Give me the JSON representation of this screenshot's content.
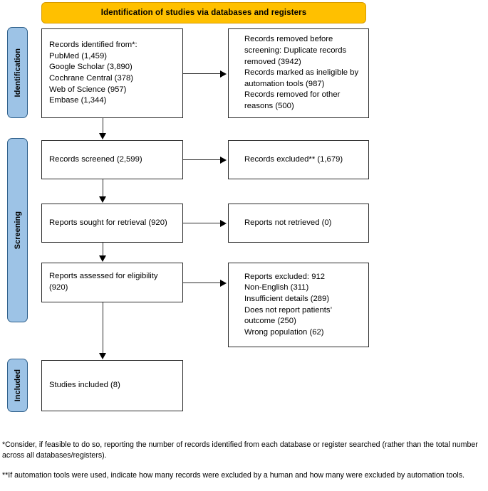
{
  "banner": {
    "title": "Identification of studies via databases and registers",
    "color": "#FFC000"
  },
  "stages": [
    {
      "id": "identification",
      "label": "Identification",
      "color": "#9DC3E6"
    },
    {
      "id": "screening",
      "label": "Screening",
      "color": "#9DC3E6"
    },
    {
      "id": "included",
      "label": "Included",
      "color": "#9DC3E6"
    }
  ],
  "boxes": {
    "identified": "Records identified from*:\n    PubMed (1,459)\n    Google Scholar (3,890)\n    Cochrane Central (378)\n    Web of Science (957)\n    Embase (1,344)",
    "removed": "Records removed before screening: Duplicate records removed (3942)\nRecords marked as ineligible by automation tools (987)\nRecords removed for other reasons (500)",
    "screened": "Records screened (2,599)",
    "excluded": "Records excluded** (1,679)",
    "sought": "Reports sought for retrieval (920)",
    "not_retrieved": "Reports not retrieved (0)",
    "assessed": "Reports assessed for eligibility (920)",
    "reports_excluded": "Reports excluded: 912\nNon-English (311)\nInsufficient details (289)\nDoes not report patients’ outcome (250)\nWrong population (62)",
    "included": "Studies included (8)"
  },
  "footnotes": [
    "*Consider, if feasible to do so, reporting the number of records identified from each database or register searched (rather than the total number across all databases/registers).",
    "**If automation tools were used, indicate how many records were excluded by a human and how many were excluded by automation tools."
  ]
}
